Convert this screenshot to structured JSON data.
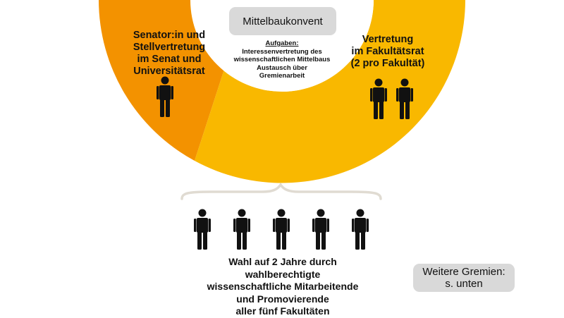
{
  "colors": {
    "left_sector": "#f39200",
    "right_sector": "#f9b800",
    "pill": "#d9d9d9",
    "figure": "#111111",
    "brace": "#e0dbd2"
  },
  "header_box": {
    "label": "Mittelbaukonvent"
  },
  "tasks": {
    "heading": "Aufgaben:",
    "lines": [
      "Interessenvertretung des",
      "wissenschaftlichen Mittelbaus",
      "Austausch über",
      "Gremienarbeit"
    ]
  },
  "senate_group": {
    "lines": [
      "Senator:in und",
      "Stellvertretung",
      "im Senat und",
      "Universitätsrat"
    ],
    "person_icons": [
      "person-icon"
    ]
  },
  "faculty_group": {
    "lines": [
      "Vertretung",
      "im Fakultätsrat",
      "(2 pro Fakultät)"
    ],
    "person_icons": [
      "person-icon",
      "person-icon"
    ]
  },
  "electorate": {
    "person_icons": [
      "person-icon",
      "person-icon",
      "person-icon",
      "person-icon",
      "person-icon"
    ],
    "lines": [
      "Wahl auf 2 Jahre durch",
      "wahlberechtigte",
      "wissenschaftliche Mitarbeitende",
      "und Promovierende",
      "aller fünf Fakultäten"
    ]
  },
  "other_bodies_box": {
    "lines": [
      "Weitere Gremien:",
      "s. unten"
    ]
  }
}
